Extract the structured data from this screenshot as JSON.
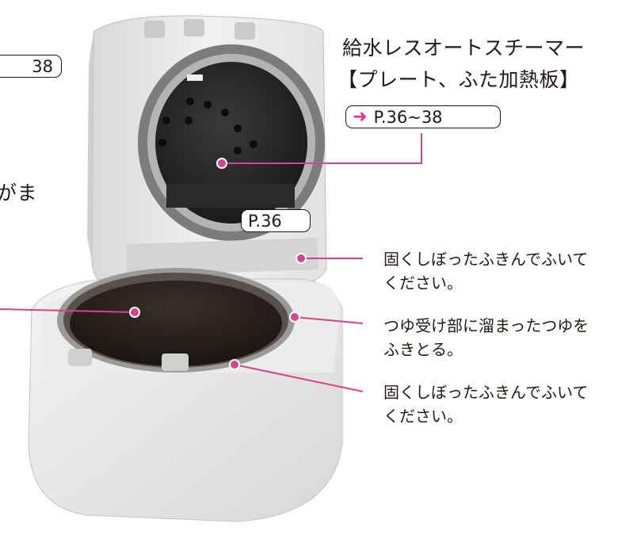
{
  "top_left_ref": {
    "text": "38"
  },
  "left_label": {
    "text": "がま"
  },
  "left_ref": {
    "text": "P.36"
  },
  "steamer": {
    "title_line1": "給水レスオートスチーマー",
    "title_line2": "【プレート、ふた加熱板】",
    "ref": "P.36~38",
    "arrow_icon": "right-arrow-icon"
  },
  "callouts": [
    {
      "line1": "固くしぼったふきんでふいて",
      "line2": "ください。"
    },
    {
      "line1": "つゆ受け部に溜まったつゆを",
      "line2": "ふきとる。"
    },
    {
      "line1": "固くしぼったふきんでふいて",
      "line2": "ください。"
    }
  ],
  "colors": {
    "leader": "#d6438c",
    "arrow": "#e9308a",
    "text": "#231815"
  }
}
